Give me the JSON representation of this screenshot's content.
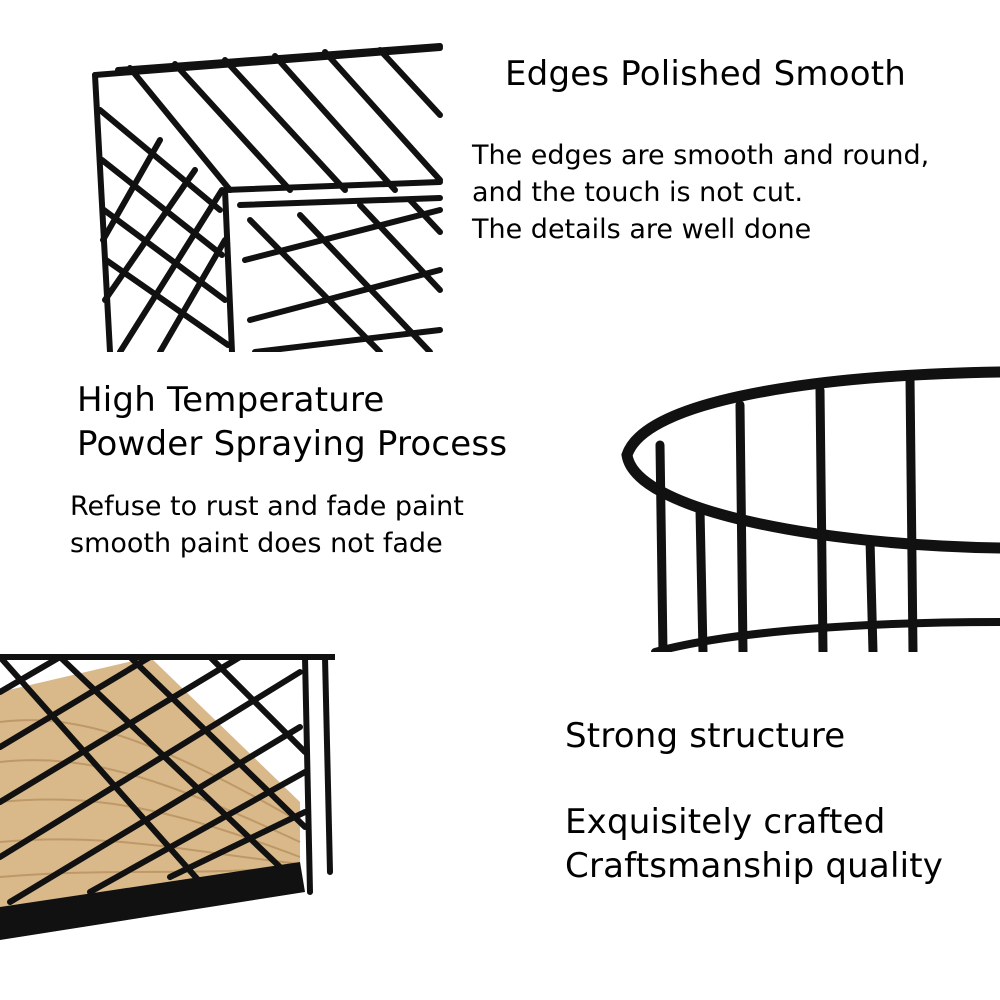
{
  "section_top": {
    "title": "Edges Polished Smooth",
    "lines": [
      "The edges are smooth and round,",
      "and the touch is not cut.",
      "The details are well done"
    ]
  },
  "section_middle": {
    "title_lines": [
      "High Temperature",
      "Powder Spraying Process"
    ],
    "lines": [
      "Refuse to rust and fade paint",
      "smooth paint does not fade"
    ]
  },
  "section_bottom": {
    "title": "Strong structure",
    "lines": [
      "Exquisitely crafted",
      "Craftsmanship quality"
    ]
  },
  "colors": {
    "background": "#ffffff",
    "wire": "#111111",
    "wood": "#d9b88a",
    "wood_grain": "#b8925f"
  }
}
